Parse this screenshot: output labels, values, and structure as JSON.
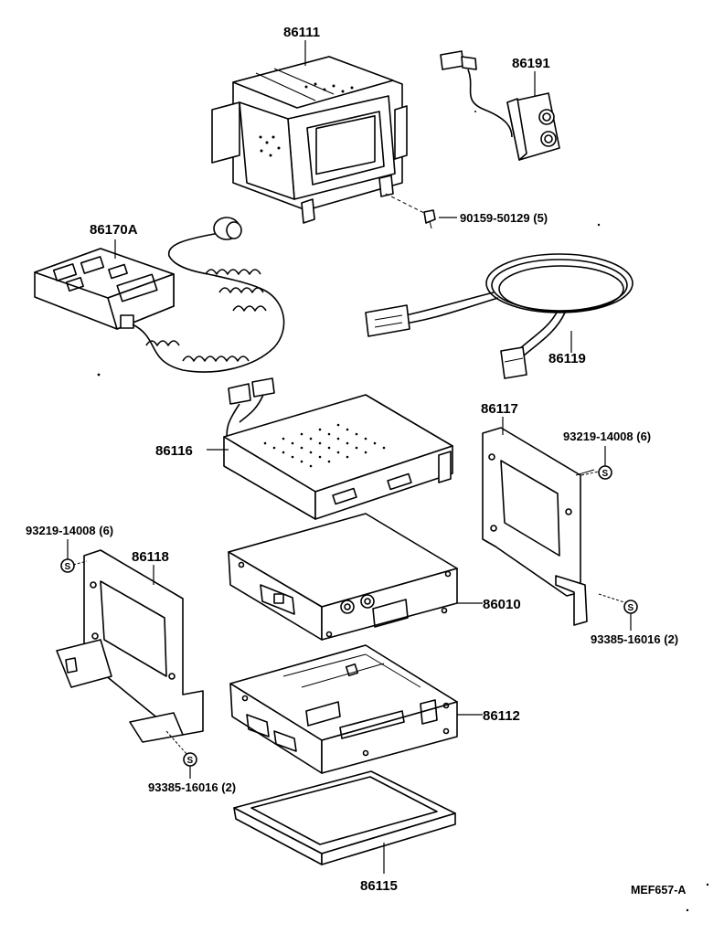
{
  "labels": {
    "p86111": "86111",
    "p86191": "86191",
    "p90159": "90159-50129 (5)",
    "p86170A": "86170A",
    "p86119": "86119",
    "p86116": "86116",
    "p86117": "86117",
    "p93219_right": "93219-14008 (6)",
    "p93219_left": "93219-14008 (6)",
    "p86118": "86118",
    "p86010": "86010",
    "p93385_right": "93385-16016 (2)",
    "p86112": "86112",
    "p93385_left": "93385-16016 (2)",
    "p86115": "86115"
  },
  "washer_symbol": "S",
  "diagram_ref": "MEF657-A"
}
